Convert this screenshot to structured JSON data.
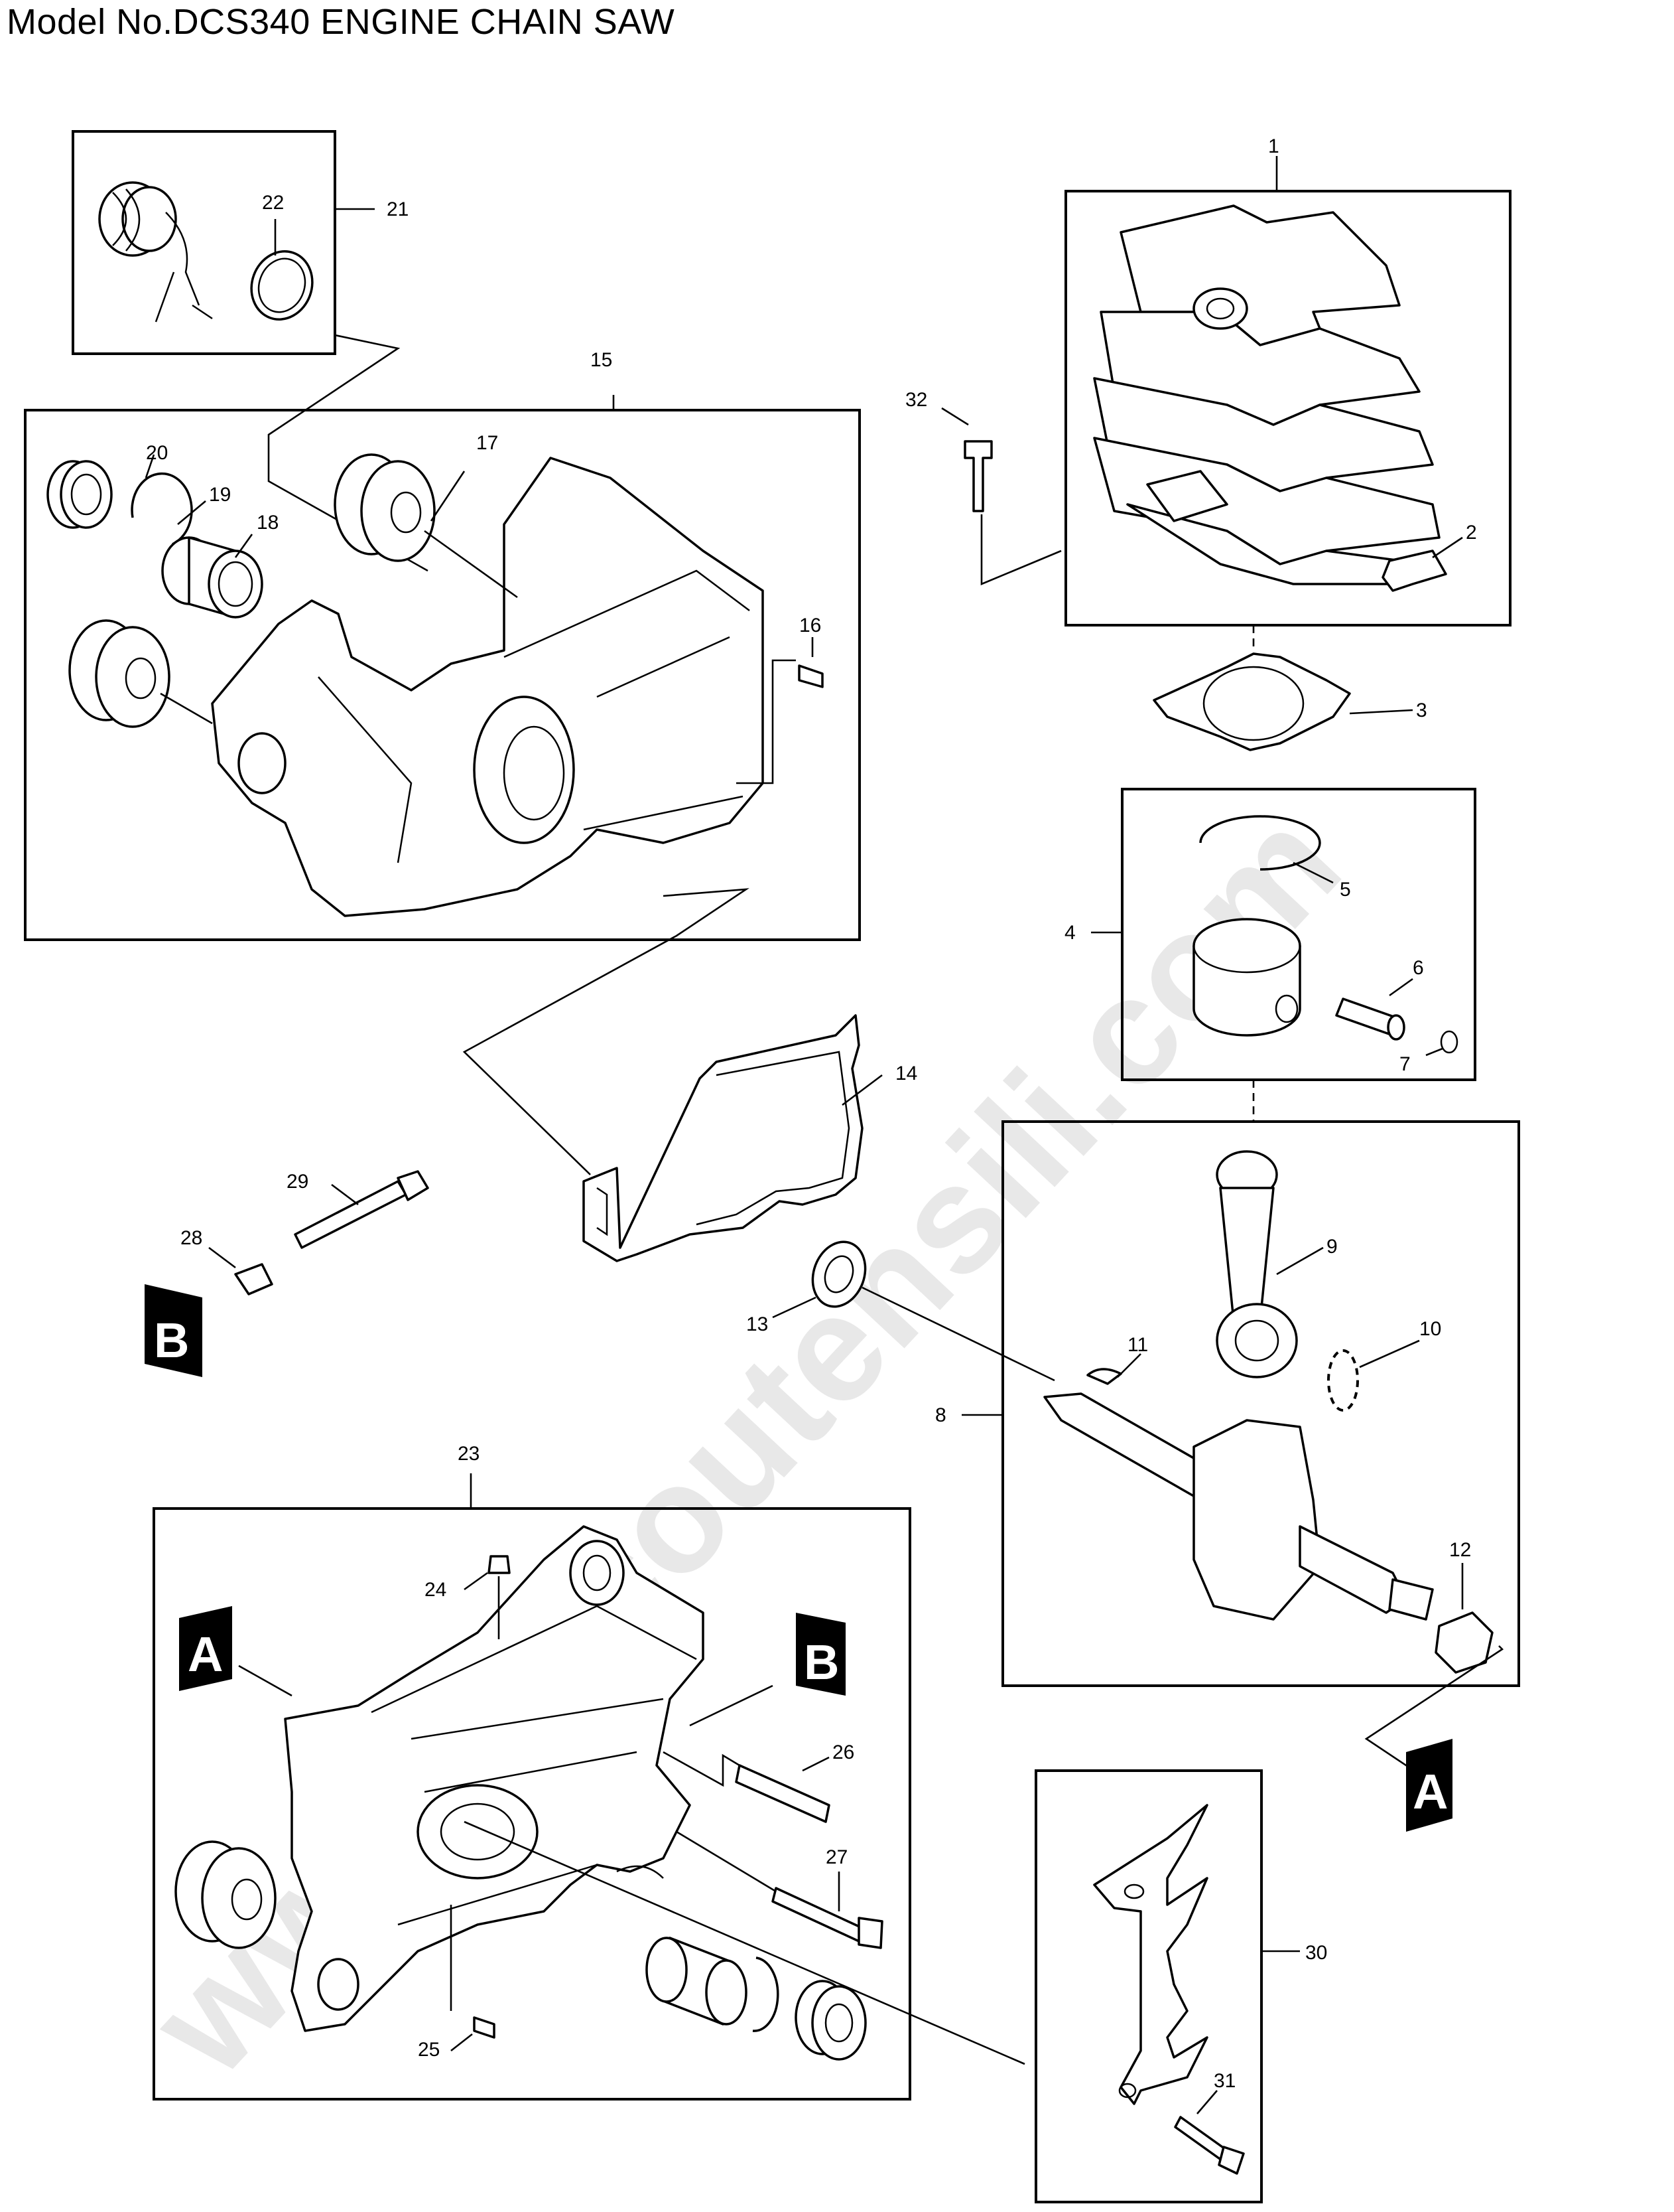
{
  "title": "Model No.DCS340 ENGINE CHAIN SAW",
  "watermark": "www.bricoutensili.com",
  "markers": {
    "a": "A",
    "b": "B"
  },
  "callouts": {
    "n1": "1",
    "n2": "2",
    "n3": "3",
    "n4": "4",
    "n5": "5",
    "n6": "6",
    "n7": "7",
    "n8": "8",
    "n9": "9",
    "n10": "10",
    "n11": "11",
    "n12": "12",
    "n13": "13",
    "n14": "14",
    "n15": "15",
    "n16": "16",
    "n17": "17",
    "n18": "18",
    "n19": "19",
    "n20": "20",
    "n21": "21",
    "n22": "22",
    "n23": "23",
    "n24": "24",
    "n25": "25",
    "n26": "26",
    "n27": "27",
    "n28": "28",
    "n29": "29",
    "n30": "30",
    "n31": "31",
    "n32": "32"
  }
}
